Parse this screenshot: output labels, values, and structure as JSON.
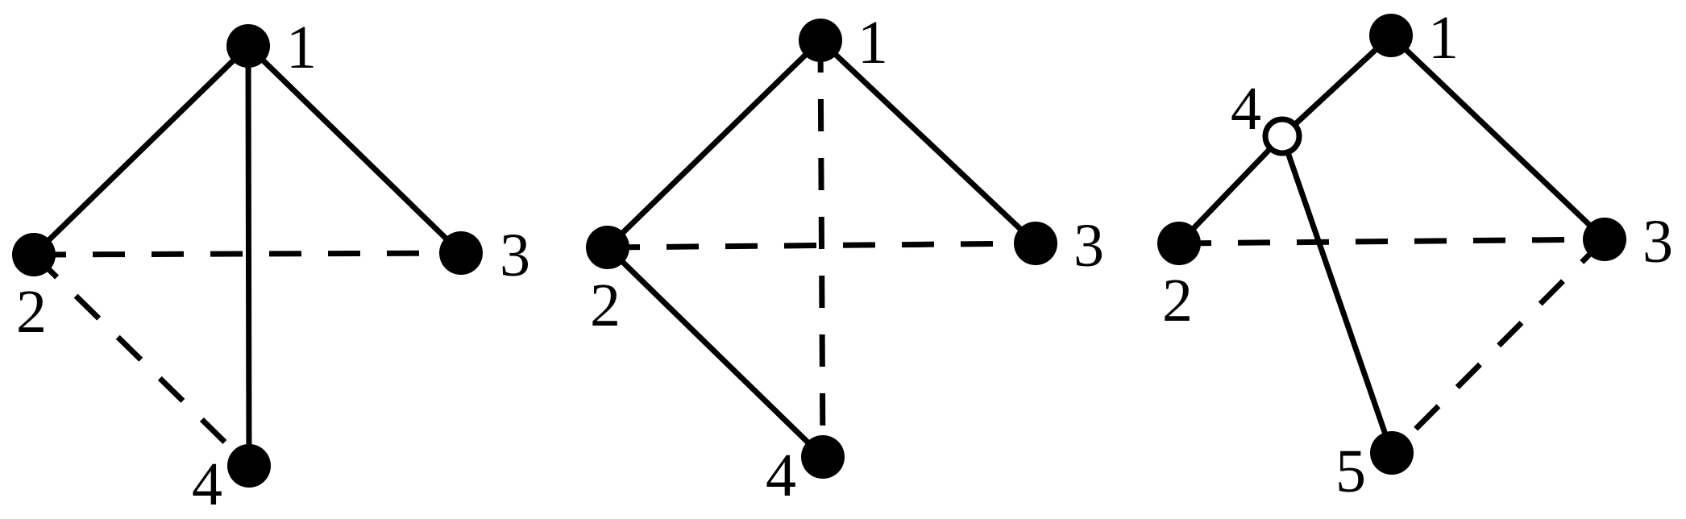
{
  "style": {
    "stroke_color": "#000000",
    "background": "#ffffff"
  },
  "graphs": [
    {
      "id": "graph-a",
      "nodes": [
        {
          "id": "1",
          "label": "1",
          "kind": "filled"
        },
        {
          "id": "2",
          "label": "2",
          "kind": "filled"
        },
        {
          "id": "3",
          "label": "3",
          "kind": "filled"
        },
        {
          "id": "4",
          "label": "4",
          "kind": "filled"
        }
      ],
      "edges": [
        {
          "from": "1",
          "to": "2",
          "style": "solid"
        },
        {
          "from": "1",
          "to": "3",
          "style": "solid"
        },
        {
          "from": "1",
          "to": "4",
          "style": "solid"
        },
        {
          "from": "2",
          "to": "3",
          "style": "dashed"
        },
        {
          "from": "2",
          "to": "4",
          "style": "dashed"
        }
      ]
    },
    {
      "id": "graph-b",
      "nodes": [
        {
          "id": "1",
          "label": "1",
          "kind": "filled"
        },
        {
          "id": "2",
          "label": "2",
          "kind": "filled"
        },
        {
          "id": "3",
          "label": "3",
          "kind": "filled"
        },
        {
          "id": "4",
          "label": "4",
          "kind": "filled"
        }
      ],
      "edges": [
        {
          "from": "1",
          "to": "2",
          "style": "solid"
        },
        {
          "from": "1",
          "to": "3",
          "style": "solid"
        },
        {
          "from": "2",
          "to": "4",
          "style": "solid"
        },
        {
          "from": "1",
          "to": "4",
          "style": "dashed"
        },
        {
          "from": "2",
          "to": "3",
          "style": "dashed"
        }
      ]
    },
    {
      "id": "graph-c",
      "nodes": [
        {
          "id": "1",
          "label": "1",
          "kind": "filled"
        },
        {
          "id": "2",
          "label": "2",
          "kind": "filled"
        },
        {
          "id": "3",
          "label": "3",
          "kind": "filled"
        },
        {
          "id": "4",
          "label": "4",
          "kind": "hollow"
        },
        {
          "id": "5",
          "label": "5",
          "kind": "filled"
        }
      ],
      "edges": [
        {
          "from": "4",
          "to": "1",
          "style": "solid"
        },
        {
          "from": "1",
          "to": "3",
          "style": "solid"
        },
        {
          "from": "4",
          "to": "2",
          "style": "solid"
        },
        {
          "from": "4",
          "to": "5",
          "style": "solid"
        },
        {
          "from": "2",
          "to": "3",
          "style": "dashed"
        },
        {
          "from": "3",
          "to": "5",
          "style": "dashed"
        }
      ]
    }
  ]
}
